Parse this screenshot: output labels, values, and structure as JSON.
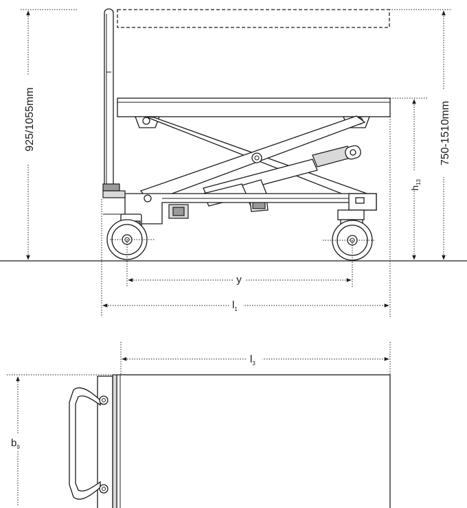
{
  "dimensions": {
    "overall_height": "925/1055mm",
    "platform_height_range": "750-1510mm",
    "h13": {
      "main": "h",
      "sub": "13"
    },
    "y": "y",
    "l1": {
      "main": "l",
      "sub": "1"
    },
    "l3": {
      "main": "l",
      "sub": "3"
    },
    "b9": {
      "main": "b",
      "sub": "9"
    }
  },
  "colors": {
    "line": "#1a1a1a",
    "metal_light": "#d9d9d9",
    "metal_dark": "#9a9a9a",
    "background": "#ffffff"
  }
}
